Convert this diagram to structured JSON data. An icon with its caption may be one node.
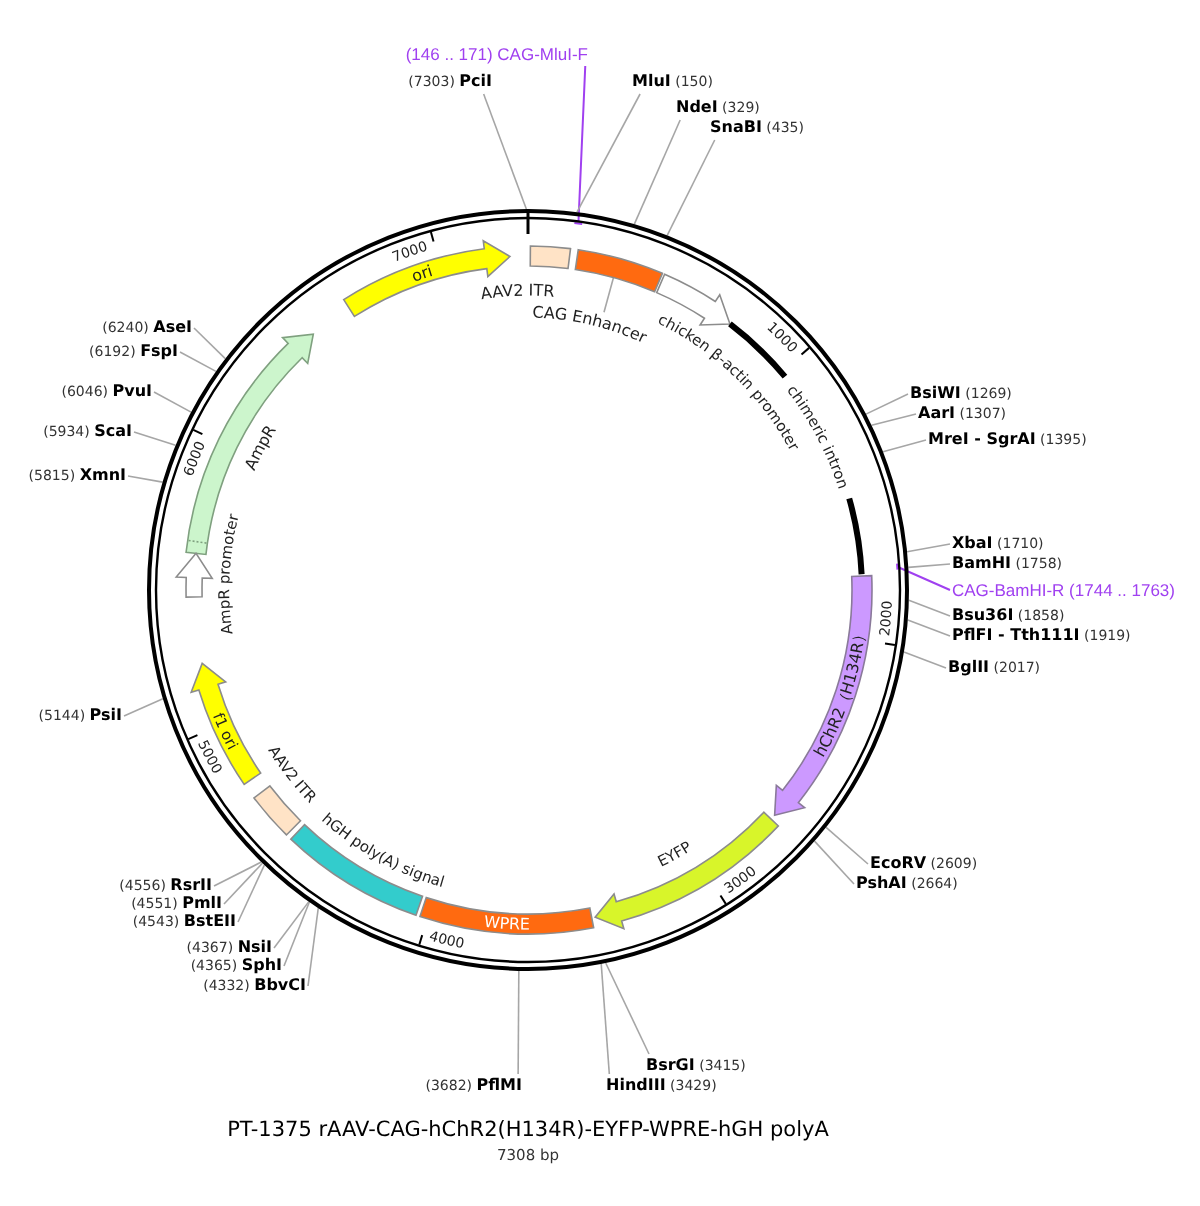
{
  "diagram": {
    "title": "PT-1375 rAAV-CAG-hChR2(H134R)-EYFP-WPRE-hGH polyA",
    "caption": "7308 bp",
    "nodes": [
      {
        "text": [],
        "shape": "circle"
      },
      {
        "text": [
          "(146 .. 171) CAG-MluI-F"
        ]
      },
      {
        "text": [
          "(7303) **PciI**"
        ]
      },
      {
        "text": [
          "**MluI** (150)"
        ]
      },
      {
        "text": [
          "**NdeI** (329)"
        ]
      },
      {
        "text": [
          "**SnaBI** (435)"
        ]
      },
      {
        "text": [
          "ori"
        ],
        "in": 0
      },
      {
        "text": [
          "AAV2 ITR"
        ],
        "in": 0
      },
      {
        "text": [],
        "shape": "box",
        "in": 0
      },
      {
        "text": [
          "CAG Enhancer"
        ],
        "in": 0
      },
      {
        "text": [],
        "shape": "arrow",
        "beside": [
          "chicken β-actin promoter"
        ],
        "in": 0
      },
      {
        "text": [
          "chimeric intron"
        ],
        "in": 0
      },
      {
        "text": [
          "(6240) **AseI**"
        ]
      },
      {
        "text": [
          "(6192) **FspI**"
        ]
      },
      {
        "text": [
          "(6046) **PvuI**"
        ]
      },
      {
        "text": [
          "(5934) **ScaI**"
        ]
      },
      {
        "text": [
          "(5815) **XmnI**"
        ]
      },
      {
        "text": [],
        "shape": "arrow",
        "beside": [
          "AmpR"
        ],
        "in": 0
      },
      {
        "text": [],
        "shape": "arrow",
        "beside": [
          "AmpR promoter"
        ],
        "in": 0
      },
      {
        "text": [
          "**BsiWI** (1269)"
        ]
      },
      {
        "text": [
          "**AarI** (1307)"
        ]
      },
      {
        "text": [
          "**MreI - SgrAI** (1395)"
        ]
      },
      {
        "text": [
          "**XbaI** (1710)"
        ]
      },
      {
        "text": [
          "**BamHI** (1758)"
        ]
      },
      {
        "text": [
          "CAG-BamHI-R (1744 .. 1763)"
        ]
      },
      {
        "text": [
          "**Bsu36I** (1858)"
        ]
      },
      {
        "text": [
          "**PflFI - Tth111I** (1919)"
        ]
      },
      {
        "text": [
          "**BglII** (2017)"
        ]
      },
      {
        "text": [
          "hChR2（H134R）"
        ],
        "in": 0
      },
      {
        "text": [
          "(5144) **PsiI**"
        ]
      },
      {
        "text": [
          "f1 ori"
        ],
        "in": 0
      },
      {
        "text": [],
        "shape": "box",
        "beside": [
          "AAV2 ITR"
        ],
        "in": 0
      },
      {
        "text": [],
        "shape": "box",
        "beside": [
          "hGH poly(A) signal"
        ],
        "in": 0
      },
      {
        "text": [],
        "shape": "arrow",
        "beside": [
          "EYFP"
        ],
        "in": 0
      },
      {
        "text": [
          "WPRE"
        ],
        "in": 0
      },
      {
        "text": [
          "**EcoRV** (2609)"
        ]
      },
      {
        "text": [
          "**PshAI** (2664)"
        ]
      },
      {
        "text": [
          "(4556) **RsrII**"
        ]
      },
      {
        "text": [
          "(4551) **PmlI**"
        ]
      },
      {
        "text": [
          "(4543) **BstEII**"
        ]
      },
      {
        "text": [
          "(4367) **NsiI**"
        ]
      },
      {
        "text": [
          "(4365) **SphI**"
        ]
      },
      {
        "text": [
          "(4332) **BbvCI**"
        ]
      },
      {
        "text": [
          "**BsrGI** (3415)"
        ]
      },
      {
        "text": [
          "**HindIII** (3429)"
        ]
      },
      {
        "text": [
          "(3682) **PflMI**"
        ]
      }
    ],
    "edges": [
      {
        "from": 1,
        "to": 0,
        "arrow": "none",
        "color": "#a040f0"
      },
      {
        "from": 2,
        "to": 0,
        "arrow": "none"
      },
      {
        "from": 3,
        "to": 0,
        "arrow": "none"
      },
      {
        "from": 4,
        "to": 0,
        "arrow": "none"
      },
      {
        "from": 5,
        "to": 0,
        "arrow": "none"
      },
      {
        "from": 9,
        "to": 8,
        "arrow": "none"
      },
      {
        "from": 12,
        "to": 0,
        "arrow": "none"
      },
      {
        "from": 13,
        "to": 0,
        "arrow": "none"
      },
      {
        "from": 14,
        "to": 0,
        "arrow": "none"
      },
      {
        "from": 15,
        "to": 0,
        "arrow": "none"
      },
      {
        "from": 16,
        "to": 0,
        "arrow": "none"
      },
      {
        "from": 19,
        "to": 0,
        "arrow": "none"
      },
      {
        "from": 20,
        "to": 0,
        "arrow": "none"
      },
      {
        "from": 21,
        "to": 0,
        "arrow": "none"
      },
      {
        "from": 22,
        "to": 0,
        "arrow": "none"
      },
      {
        "from": 23,
        "to": 0,
        "arrow": "none"
      },
      {
        "from": 24,
        "to": 0,
        "arrow": "none",
        "color": "#a040f0"
      },
      {
        "from": 25,
        "to": 0,
        "arrow": "none"
      },
      {
        "from": 26,
        "to": 0,
        "arrow": "none"
      },
      {
        "from": 27,
        "to": 0,
        "arrow": "none"
      },
      {
        "from": 29,
        "to": 0,
        "arrow": "none"
      },
      {
        "from": 35,
        "to": 0,
        "arrow": "none"
      },
      {
        "from": 36,
        "to": 0,
        "arrow": "none"
      },
      {
        "from": 37,
        "to": 0,
        "arrow": "none"
      },
      {
        "from": 38,
        "to": 0,
        "arrow": "none"
      },
      {
        "from": 39,
        "to": 0,
        "arrow": "none"
      },
      {
        "from": 40,
        "to": 0,
        "arrow": "none"
      },
      {
        "from": 41,
        "to": 0,
        "arrow": "none"
      },
      {
        "from": 42,
        "to": 0,
        "arrow": "none"
      },
      {
        "from": 43,
        "to": 0,
        "arrow": "none"
      },
      {
        "from": 44,
        "to": 0,
        "arrow": "none"
      },
      {
        "from": 45,
        "to": 0,
        "arrow": "none"
      }
    ],
    "labels": [
      "7000",
      "1000",
      "6000",
      "2000",
      "5000",
      "3000",
      "4000"
    ]
  }
}
